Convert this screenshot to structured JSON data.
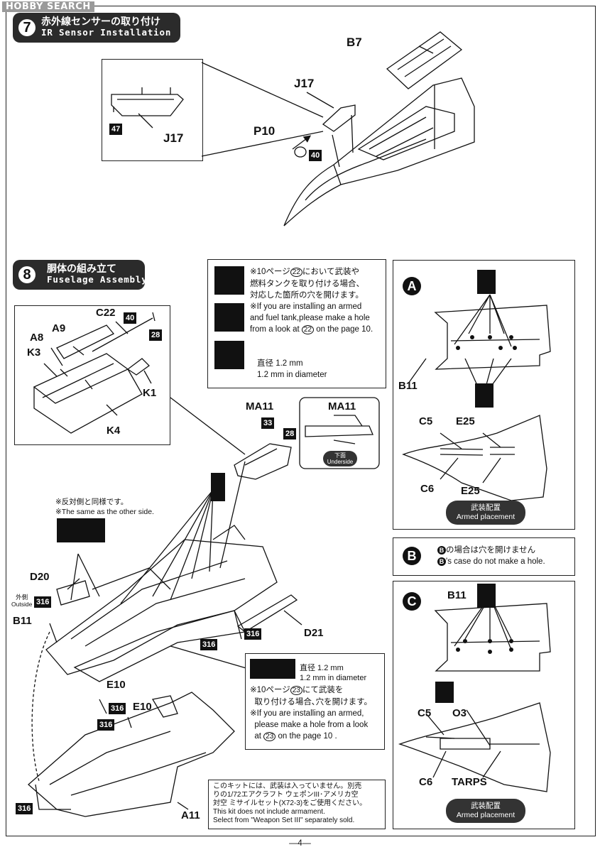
{
  "watermark": "HOBBY SEARCH",
  "step7": {
    "number": "7",
    "title_jp": "赤外線センサーの取り付け",
    "title_en": "IR Sensor Installation",
    "labels": {
      "b7": "B7",
      "j17": "J17",
      "p10": "P10",
      "j17_detail": "J17"
    },
    "badges": {
      "n47": "47",
      "n40": "40"
    }
  },
  "step8": {
    "number": "8",
    "title_jp": "胴体の組み立て",
    "title_en": "Fuselage Assembly",
    "labels": {
      "c22": "C22",
      "a9": "A9",
      "a8": "A8",
      "k3": "K3",
      "k1": "K1",
      "k4": "K4",
      "ma11": "MA11",
      "ma11_b": "MA11",
      "d20": "D20",
      "b11": "B11",
      "d21": "D21",
      "e10": "E10",
      "e10_b": "E10",
      "a11": "A11"
    },
    "badges": {
      "n40": "40",
      "n28": "28",
      "n33": "33",
      "n28b": "28",
      "n316a": "316",
      "n316b": "316",
      "n316c": "316",
      "n316d": "316",
      "n316e": "316",
      "n316f": "316"
    },
    "underside": {
      "jp": "下面",
      "en": "Underside"
    },
    "outside": {
      "jp": "外側",
      "en": "Outside"
    },
    "same_side": {
      "jp": "※反対側と同様です。",
      "en": "※The same as the other side."
    }
  },
  "drill_note": {
    "jp1": "※10ページ",
    "ref": "22",
    "jp1b": "において武装や",
    "jp2": "燃料タンクを取り付ける場合、",
    "jp3": "対応した箇所の穴を開けます。",
    "en1": "※If you are installing an armed",
    "en2": "and fuel tank,please make a hole",
    "en3a": "from a look at",
    "en3b": "on the page 10.",
    "dia_jp": "直径 1.2 mm",
    "dia_en": "1.2 mm in diameter"
  },
  "drill_note2": {
    "dia_jp": "直径 1.2 mm",
    "dia_en": "1.2 mm in diameter",
    "jp1": "※10ページ",
    "ref": "23",
    "jp1b": "にて武装を",
    "jp2": "取り付ける場合､穴を開けます。",
    "en1": "※If you are installing an armed,",
    "en2": "please make a hole from a look",
    "en3a": "at",
    "en3b": "on the page 10 ."
  },
  "option_a": {
    "letter": "A",
    "b11": "B11",
    "c5": "C5",
    "e25a": "E25",
    "c6": "C6",
    "e25b": "E25",
    "pill_jp": "武装配置",
    "pill_en": "Armed placement"
  },
  "option_b": {
    "letter": "B",
    "jp_prefix": "B",
    "jp": "の場合は穴を開けません",
    "en_prefix": "B",
    "en": "'s case do not make a hole."
  },
  "option_c": {
    "letter": "C",
    "b11": "B11",
    "c5": "C5",
    "o3": "O3",
    "c6": "C6",
    "tarps": "TARPS",
    "pill_jp": "武装配置",
    "pill_en": "Armed placement"
  },
  "armament_note": {
    "jp1": "このキットには、武装は入っていません。別売",
    "jp2": "りの1/72エアクラフト ウェポンIII･アメリカ空",
    "jp3": "対空 ミサイルセット(X72-3)をご使用ください。",
    "en1": "This kit does not include armament.",
    "en2": "Select from \"Weapon Set III\" separately sold."
  },
  "page_number": "—4—"
}
